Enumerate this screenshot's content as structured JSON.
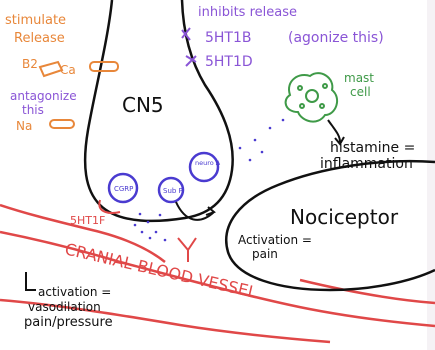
{
  "colors": {
    "ink": "#111111",
    "orange": "#e8873a",
    "purple": "#8a55d6",
    "red": "#e04848",
    "green": "#3f9a48",
    "vesselFill": "#fde7e7",
    "bluePurple": "#4a3bd0"
  },
  "labels": {
    "stimulate": "stimulate",
    "release": "Release",
    "b2": "B2",
    "ca": "Ca",
    "antagonize": "antagonize",
    "this": "this",
    "na": "Na",
    "cn5": "CN5",
    "inhibits": "inhibits release",
    "ht1b": "5HT1B",
    "agonize": "(agonize this)",
    "ht1d": "5HT1D",
    "mast": "mast",
    "cell": "cell",
    "histamine": "histamine =",
    "inflammation": "inflammation",
    "nociceptor": "Nociceptor",
    "activation": "Activation =",
    "pain": "pain",
    "ht1f": "5HT1F",
    "cranial": "CRANIAL BLOOD VESSEL",
    "activation2": "activation =",
    "vasodilation": "vasodilation",
    "painPressure": "pain/pressure",
    "cgrp": "CGRP",
    "subp": "Sub P",
    "neuroa": "neuro A"
  }
}
